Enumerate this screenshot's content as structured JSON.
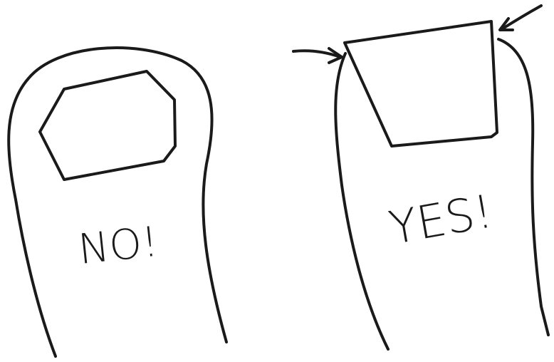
{
  "panels": [
    {
      "id": "left",
      "label": "NO!"
    },
    {
      "id": "right",
      "label": "YES!"
    }
  ],
  "colors": {
    "background": "#ffffff",
    "ink": "#1a1a1a"
  },
  "icons": [
    "toe-outline",
    "toenail-rounded",
    "toenail-straight",
    "pointer-arrow"
  ]
}
